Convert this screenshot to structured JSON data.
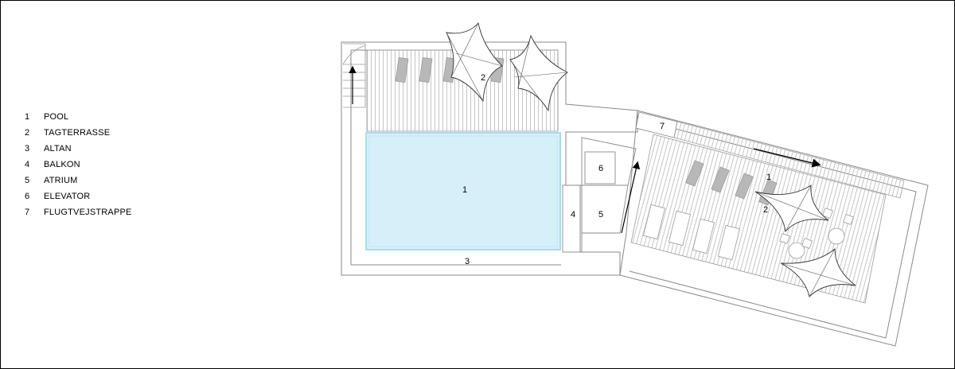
{
  "legend": {
    "items": [
      {
        "num": "1",
        "label": "POOL"
      },
      {
        "num": "2",
        "label": "TAGTERRASSE"
      },
      {
        "num": "3",
        "label": "ALTAN"
      },
      {
        "num": "4",
        "label": "BALKON"
      },
      {
        "num": "5",
        "label": "ATRIUM"
      },
      {
        "num": "6",
        "label": "ELEVATOR"
      },
      {
        "num": "7",
        "label": "FLUGTVEJSTRAPPE"
      }
    ]
  },
  "plan_labels": {
    "pool": "1",
    "terrace_left": "2",
    "altan": "3",
    "balkon": "4",
    "atrium": "5",
    "elevator": "6",
    "stair": "7",
    "terrace_right": "2",
    "right_deck_marker": "1"
  },
  "colors": {
    "pool_fill": "#d6f0fa",
    "pool_edge": "#a9dcef",
    "line": "#8a8a8a",
    "deck_hatch": "#c8c8c8",
    "lounger": "#b5b5b5"
  }
}
